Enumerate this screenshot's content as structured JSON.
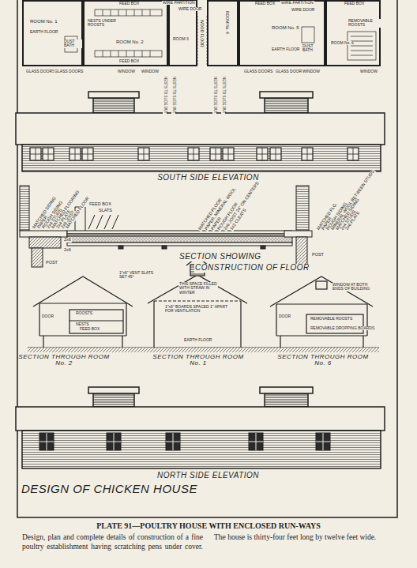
{
  "diagram": {
    "title": "PLATE 91—POULTRY HOUSE WITH ENCLOSED RUN-WAYS",
    "caption": "Design, plan and complete details of construction of a fine poultry establishment having scratching pens under cover. The house is thirty-four feet long by twelve feet wide.",
    "nodes": [
      {
        "text": [
          "ROOM No. 1",
          "EARTH FLOOR"
        ]
      },
      {
        "text": [
          "ROOM No. 2"
        ]
      },
      {
        "text": [
          "ROOM 3"
        ]
      },
      {
        "text": [
          "ROOM No. 4"
        ]
      },
      {
        "text": [
          "ROOM No. 5",
          "EARTH FLOOR"
        ]
      },
      {
        "text": [
          "ROOM No. 6"
        ]
      }
    ],
    "labels": [
      "WIRE PARTITION",
      "FEED BOX",
      "WIRE DOOR",
      "NESTS UNDER ROOSTS",
      "DUST BATH",
      "FEED BOX",
      "WOOD FLOOR",
      "FEED BOX",
      "WIRE PARTITION",
      "WIRE DOOR",
      "DUST BATH",
      "FEED BOX",
      "REMOVABLE ROOSTS",
      "GLASS DOORS",
      "GLASS DOORS",
      "GLASS DOORS",
      "GLASS DOORS",
      "WINDOW",
      "WINDOW",
      "WINDOW",
      "WINDOW",
      "NESTS TO SLIDE OUT",
      "NESTS TO SLIDE OUT",
      "NESTS TO SLIDE OUT",
      "NESTS TO SLIDE OUT",
      "MATCHED SIDING",
      "PAPER",
      "ROUGH SIDING",
      "2x4 STUDS",
      "MATCHED FLOORING",
      "2x4 PLATE",
      "2x6 JOIST",
      "MATCHED FLOOR",
      "FEED BOX",
      "SLATS",
      "2x6",
      "2x6",
      "POST",
      "MATCHED FLOOR",
      "PAPER, MINERAL WOOL",
      "PAPER",
      "ROUGH FLOOR",
      "2x6 JOIST 24\" ON CENTERS",
      "1x2 CLEATS",
      "MATCHED FLG.",
      "PAPER",
      "ROUGH SIDING",
      "MINERAL WOOL BETWEEN STUDS",
      "MATCHED SIDING",
      "2x4 STUDS",
      "2x6 PLATE",
      "POST",
      "SECTION SHOWING",
      "CONSTRUCTION OF FLOOR",
      "1\"x6\" VENT SLATS SET 45°",
      "DOOR",
      "ROOSTS",
      "NESTS",
      "FEED BOX",
      "SECTION THROUGH ROOM No. 2",
      "THIS SPACE FILLED WITH STRAW IN WINTER",
      "1\"x6\" BOARDS SPACED 1\" APART FOR VENTILATION",
      "EARTH FLOOR",
      "SECTION THROUGH ROOM No. 1",
      "WINDOW AT BOTH ENDS OF BUILDING",
      "DOOR",
      "REMOVABLE ROOSTS",
      "REMOVABLE DROPPING BOARDS",
      "SECTION THROUGH ROOM No. 6",
      "SOUTH SIDE ELEVATION",
      "NORTH SIDE ELEVATION",
      "DESIGN OF CHICKEN HOUSE"
    ]
  }
}
